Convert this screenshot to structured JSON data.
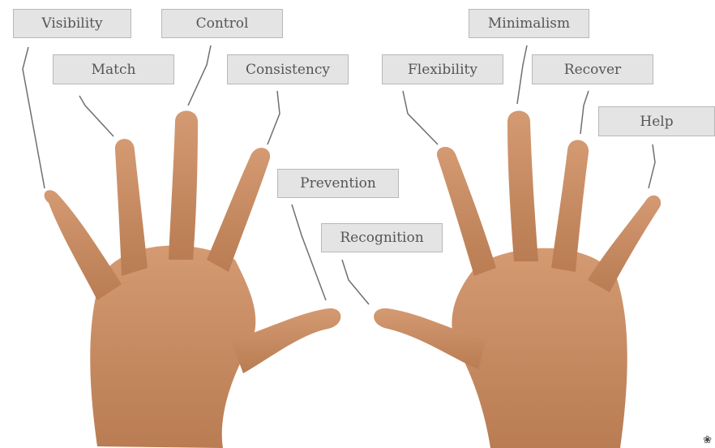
{
  "labels": {
    "visibility": "Visibility",
    "match": "Match",
    "control": "Control",
    "consistency": "Consistency",
    "prevention": "Prevention",
    "recognition": "Recognition",
    "flexibility": "Flexibility",
    "minimalism": "Minimalism",
    "recover": "Recover",
    "help": "Help"
  },
  "colors": {
    "skin": "#c98c62",
    "skin_shadow": "#a86e48",
    "nail": "#e8b8a0",
    "label_bg": "#e4e4e4",
    "label_border": "#b8b8b8",
    "label_text": "#555555",
    "connector": "#6f6f6f"
  },
  "corner_icon": "tree-icon"
}
